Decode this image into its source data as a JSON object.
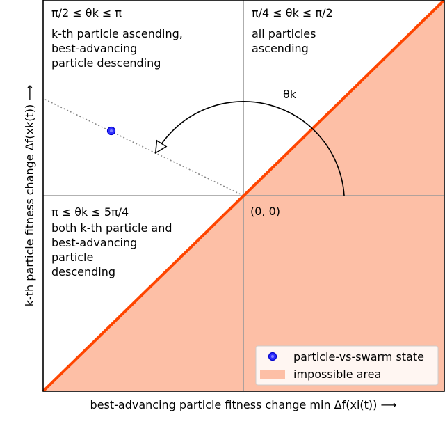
{
  "diagram": {
    "regions": {
      "top_left": {
        "condition": "π/2 ≤ θk ≤ π",
        "lines": [
          "k-th particle ascending,",
          "best-advancing",
          "particle descending"
        ]
      },
      "top_right": {
        "condition": "π/4 ≤ θk ≤ π/2",
        "lines": [
          "all particles",
          "ascending"
        ]
      },
      "bottom_left": {
        "condition": "π ≤ θk ≤ 5π/4",
        "lines": [
          "both k-th particle and",
          "best-advancing",
          "particle",
          "descending"
        ]
      }
    },
    "origin_label": "(0, 0)",
    "angle_label": "θk",
    "x_axis_label": "best-advancing particle fitness change min Δf(xi(t))  ⟶",
    "y_axis_label": "k-th particle fitness change Δf(xk(t))  ⟶",
    "legend": [
      {
        "label": "particle-vs-swarm state",
        "marker": "blue-dot"
      },
      {
        "label": "impossible area",
        "marker": "salmon-patch"
      }
    ],
    "colors": {
      "diagonal_line": "#ff4500",
      "impossible_fill": "#fdbfa6",
      "state_point": "#0000ff",
      "quadrant_lines": "#999999",
      "dotted_line": "#888888"
    }
  }
}
